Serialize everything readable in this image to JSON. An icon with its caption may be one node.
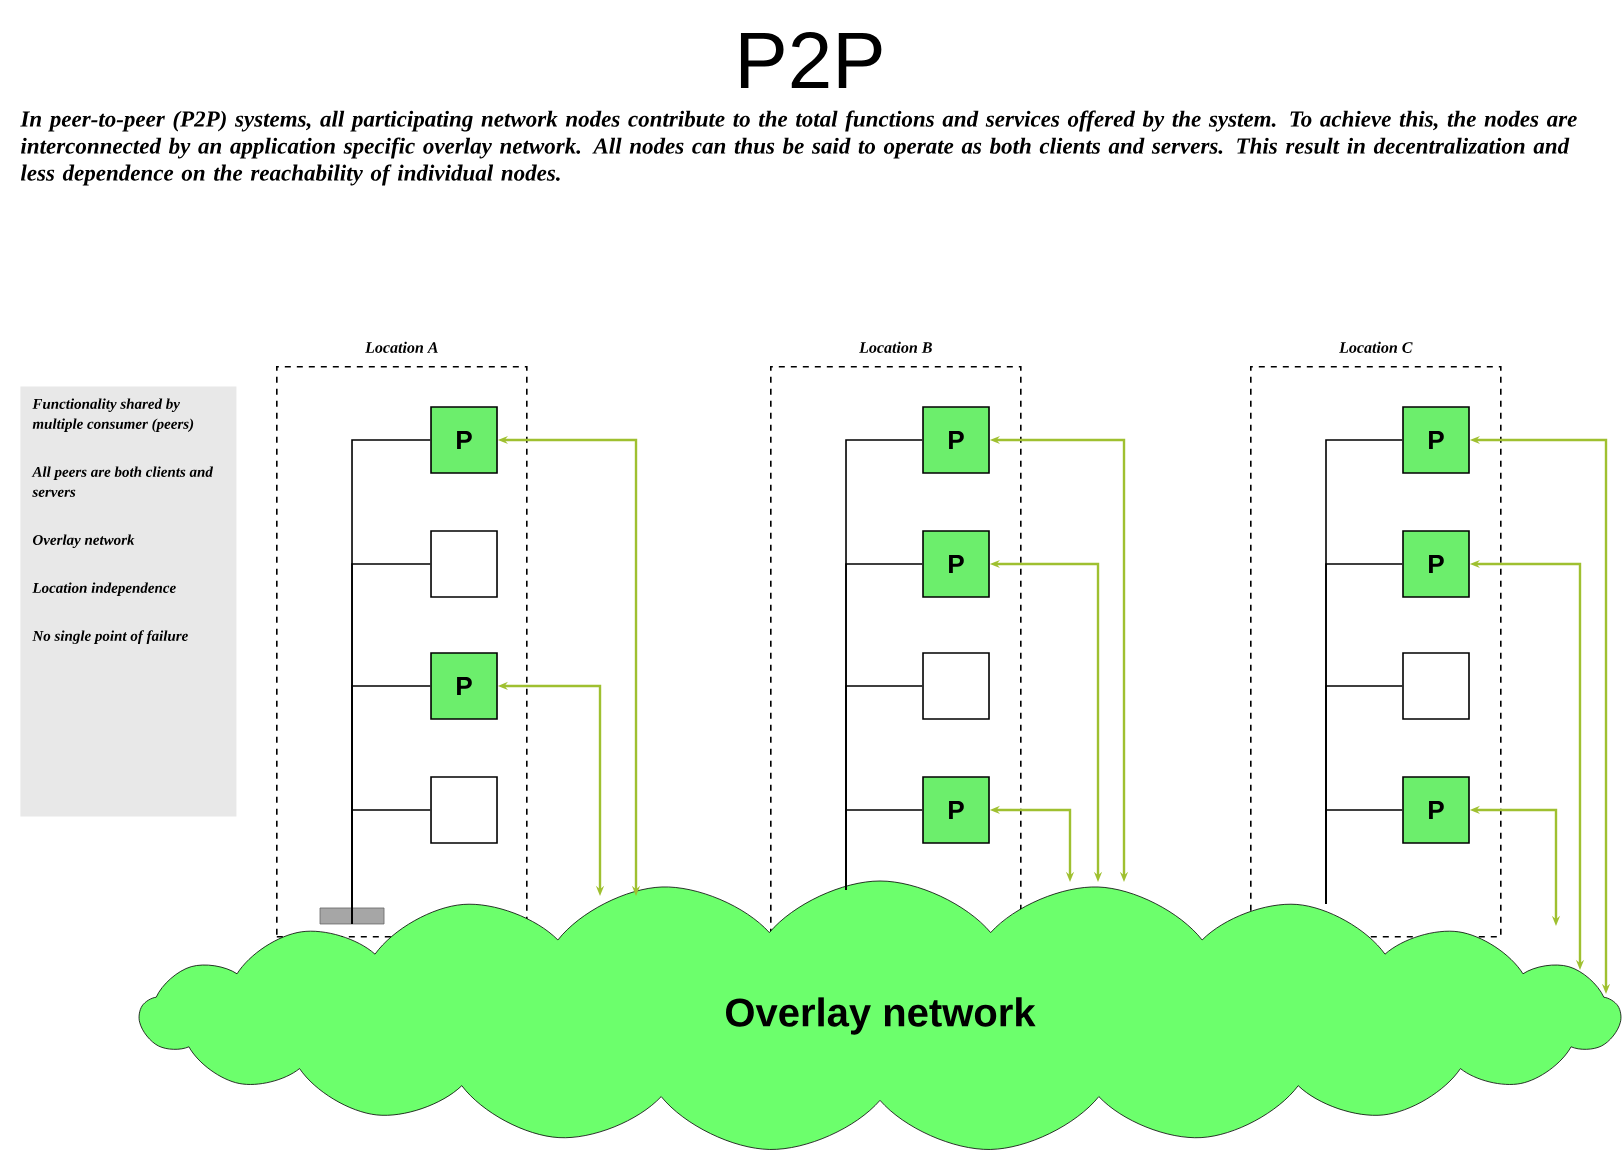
{
  "diagram": {
    "title": "P2P",
    "nodes": [
      {
        "text": [
          "Functionality shared by multiple consumer (peers)",
          "All peers are both clients and servers",
          "Overlay network",
          "Location independence",
          "No single point of failure"
        ]
      },
      {
        "text": [
          "Location A"
        ]
      },
      {
        "text": [
          "P"
        ],
        "in": 1
      },
      {
        "text": [],
        "shape": "box",
        "in": 1
      },
      {
        "text": [
          "P"
        ],
        "in": 1
      },
      {
        "text": [],
        "shape": "box",
        "in": 1
      },
      {
        "text": [
          "Location B"
        ]
      },
      {
        "text": [
          "P"
        ],
        "in": 6
      },
      {
        "text": [
          "P"
        ],
        "in": 6
      },
      {
        "text": [],
        "shape": "box",
        "in": 6
      },
      {
        "text": [
          "P"
        ],
        "in": 6
      },
      {
        "text": [
          "Location C"
        ]
      },
      {
        "text": [
          "P"
        ],
        "in": 11
      },
      {
        "text": [
          "P"
        ],
        "in": 11
      },
      {
        "text": [],
        "shape": "box",
        "in": 11
      },
      {
        "text": [
          "P"
        ],
        "in": 11
      },
      {
        "text": [
          "Overlay network"
        ]
      }
    ],
    "edges": [
      {
        "from": 2,
        "to": 16,
        "arrow": "none"
      },
      {
        "from": 3,
        "to": 16,
        "arrow": "none"
      },
      {
        "from": 4,
        "to": 16,
        "arrow": "none"
      },
      {
        "from": 5,
        "to": 16,
        "arrow": "none"
      },
      {
        "from": 7,
        "to": 16,
        "arrow": "none"
      },
      {
        "from": 8,
        "to": 16,
        "arrow": "none"
      },
      {
        "from": 9,
        "to": 16,
        "arrow": "none"
      },
      {
        "from": 10,
        "to": 16,
        "arrow": "none"
      },
      {
        "from": 12,
        "to": 16,
        "arrow": "none"
      },
      {
        "from": 13,
        "to": 16,
        "arrow": "none"
      },
      {
        "from": 14,
        "to": 16,
        "arrow": "none"
      },
      {
        "from": 15,
        "to": 16,
        "arrow": "none"
      },
      {
        "from": 2,
        "to": 16,
        "arrow": "both",
        "color": "#9fc030"
      },
      {
        "from": 4,
        "to": 16,
        "arrow": "both",
        "color": "#9fc030"
      },
      {
        "from": 7,
        "to": 16,
        "arrow": "both",
        "color": "#9fc030"
      },
      {
        "from": 8,
        "to": 16,
        "arrow": "both",
        "color": "#9fc030"
      },
      {
        "from": 10,
        "to": 16,
        "arrow": "both",
        "color": "#9fc030"
      },
      {
        "from": 12,
        "to": 16,
        "arrow": "both",
        "color": "#9fc030"
      },
      {
        "from": 13,
        "to": 16,
        "arrow": "both",
        "color": "#9fc030"
      },
      {
        "from": 15,
        "to": 16,
        "arrow": "both",
        "color": "#9fc030"
      }
    ],
    "labels": [
      "In peer-to-peer (P2P) systems, all participating network nodes contribute to the total functions and services offered by the system. To achieve this, the nodes are interconnected by an application specific overlay network. All nodes can thus be said to operate as both clients and servers. This result in decentralization and less dependence on the reachability of individual nodes."
    ]
  }
}
